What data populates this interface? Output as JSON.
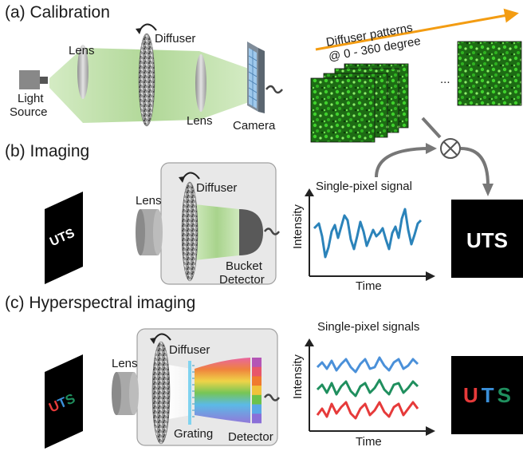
{
  "panels": {
    "a": {
      "title": "(a)  Calibration",
      "light_source": [
        "Light",
        "Source"
      ],
      "lens_1": "Lens",
      "diffuser": "Diffuser",
      "lens_2": "Lens",
      "camera": "Camera",
      "patterns_caption": [
        "Diffuser patterns",
        "@ 0 - 360 degree"
      ],
      "ellipsis": "..."
    },
    "b": {
      "title": "(b)  Imaging",
      "object_text": "UTS",
      "lens": "Lens",
      "diffuser": "Diffuser",
      "detector": [
        "Bucket",
        "Detector"
      ],
      "signal_title": "Single-pixel signal",
      "ylabel": "Intensity",
      "xlabel": "Time",
      "result_text": "UTS"
    },
    "c": {
      "title": "(c)  Hyperspectral imaging",
      "object_letters": [
        {
          "char": "U",
          "color": "#e63a3a"
        },
        {
          "char": "T",
          "color": "#3a8fd9"
        },
        {
          "char": "S",
          "color": "#1f8f5e"
        }
      ],
      "lens": "Lens",
      "diffuser": "Diffuser",
      "grating": "Grating",
      "detector": "Detector",
      "signal_title": "Single-pixel signals",
      "ylabel": "Intensity",
      "xlabel": "Time",
      "result_letters": [
        {
          "char": "U",
          "color": "#e63a3a"
        },
        {
          "char": "T",
          "color": "#3a8fd9"
        },
        {
          "char": "S",
          "color": "#1f8f5e"
        }
      ],
      "spectrum_colors": [
        "#b455b6",
        "#e8566a",
        "#f07a2e",
        "#f0c23a",
        "#6cc24a",
        "#5aa9e6",
        "#8a6fd8"
      ],
      "signal_colors": [
        "#4a90d9",
        "#1f8f5e",
        "#e63a3a"
      ]
    }
  },
  "colors": {
    "beam": "#a8d38c",
    "arrow_orange": "#f39c12",
    "connector_gray": "#777777",
    "signal_blue": "#2b83ba"
  }
}
